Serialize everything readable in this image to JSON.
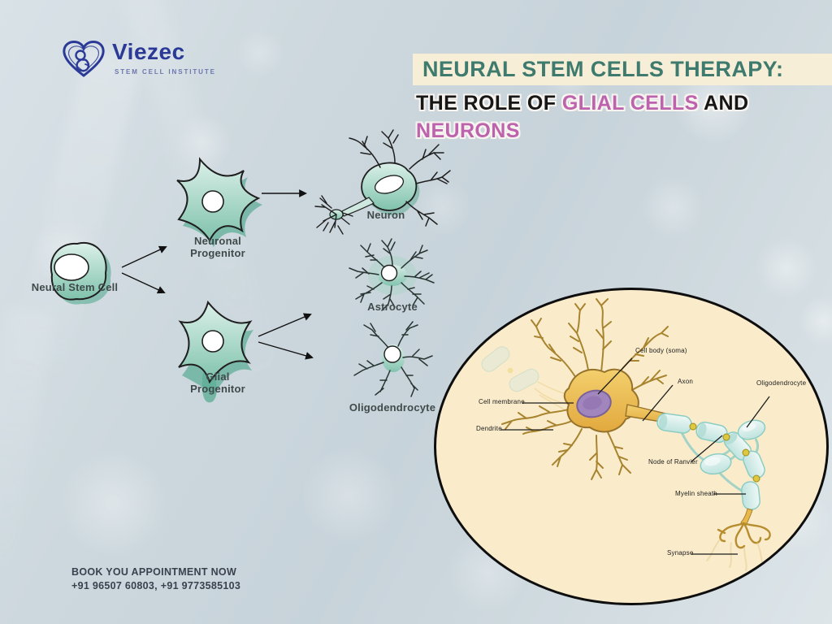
{
  "logo": {
    "brand": "Viezec",
    "tagline": "STEM CELL INSTITUTE",
    "icon": "heart-fetus-icon"
  },
  "title": {
    "line1": "NEURAL STEM CELLS THERAPY:",
    "line2_prefix": "THE ROLE OF ",
    "line2_highlight": "GLIAL CELLS",
    "line2_suffix": " AND",
    "line3": "NEURONS"
  },
  "lineage": {
    "neural_stem_cell": "Neural Stem Cell",
    "neuronal_progenitor": [
      "Neuronal",
      "Progenitor"
    ],
    "neuron": "Neuron",
    "glial_progenitor": [
      "Glial",
      "Progenitor"
    ],
    "astrocyte": "Astrocyte",
    "oligodendrocyte": "Oligodendrocyte"
  },
  "anatomy": {
    "cell_body": "Cell body (soma)",
    "axon": "Axon",
    "oligodendrocyte": "Oligodendrocyte",
    "cell_membrane": "Cell membrane",
    "dendrite": "Dendrite",
    "node_of_ranvier": "Node of Ranvier",
    "myelin_sheath": "Myelin sheath",
    "synapse": "Synapse"
  },
  "contact": {
    "heading": "BOOK YOU APPOINTMENT NOW",
    "phones": "+91 96507 60803, +91 9773585103"
  },
  "colors": {
    "accent_teal": "#3e7a6d",
    "accent_pink": "#bd62ac",
    "banner_cream": "#f6eed6",
    "ellipse_cream": "#faeccb",
    "cell_teal": "#7fc2ac",
    "neuron_gold": "#e8b84a",
    "nucleus_purple": "#a186bd",
    "logo_navy": "#2b3a96",
    "background_blue": "#cdd8de"
  }
}
